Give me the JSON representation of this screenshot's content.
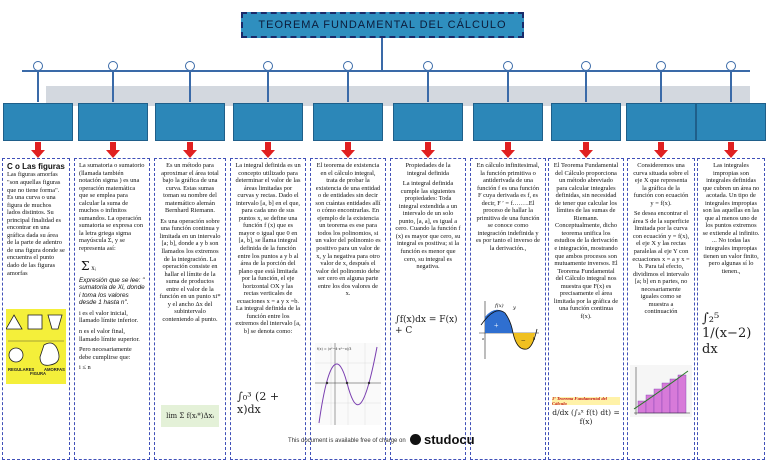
{
  "title": "TEOREMA FUNDAMENTAL DEL CÁLCULO",
  "columns": [
    {
      "heading": "C o Las figuras",
      "text": "Las figuras amorfas \"son aquellas figuras que no tiene forma\". Es una curva o una figura de muchos lados distintos. Su principal finalidad es encontrar en una gráfica dada su área de la parte de adentro de una figura donde se encuentra el punto dado de las figuras amorfas",
      "figure_labels": [
        "REGULARES",
        "FIGURA",
        "AMORFAS"
      ]
    },
    {
      "text": "La sumatoria o sumatorio (llamada también notación sigma ) es una operación matemática que se emplea para calcular la suma de muchos o infinitos sumandos. La operación sumatoria se expresa con la letra griega sigma mayúscula Σ, y se representa así:",
      "italic": "Expresión que se lee: \" sumatoria de Xi, donde i toma los valores desde 1 hasta n\".",
      "p1": "i es el valor inicial, llamado límite inferior.",
      "p2": "n es el valor final, llamado límite superior.",
      "p3": "Pero necesariamente debe cumplirse que:",
      "p4": "i ≤ n"
    },
    {
      "p1": "Es un método para aproximar el área total bajo la gráfica de una curva. Estas sumas toman su nombre del matemático alemán Bernhard Riemann.",
      "p2": "Es una operación sobre una función continua y limitada en un intervalo [a; b], donde a y b son llamados los extremos de la integración. La operación consiste en hallar el límite de la suma de productos entre el valor de la función en un punto xi* y el ancho Δx del subintervalo conteniendo al punto."
    },
    {
      "text": "La integral definida es un concepto utilizado para determinar el valor de las áreas limitadas por curvas y rectas. Dado el intervalo [a, b] en el que, para cada uno de sus puntos x, se define una función f (x) que es mayor o igual que 0 en [a, b], se llama integral definida de la función entre los puntos a y b al área de la porción del plano que está limitada por la función, el eje horizontal OX y las rectas verticales de ecuaciones x = a y x =b. La integral definida de la función entre los extremos del intervalo [a, b] se denota como:",
      "formula": "∫₀³ (2 + x)dx"
    },
    {
      "text": "El teorema de existencia en el cálculo integral, trata de probar la existencia de una entidad o de entidades sin decir son cuántas entidades allí o cómo encontrarlas. En ejemplo de la existencia un teorema es ese para todos los polinomios, si un valor del polinomio es positivo para un valor de x, y la negativa para otro valor de x, después el valor del polinomio debe ser cero en alguna parte entre los dos valores de x.",
      "graph_label": "f(x) = (x²−4·x²−x)/3"
    },
    {
      "heading": "Propiedades de la integral definida",
      "text": "La integral definida cumple las siguientes propiedades: Toda integral extendida a un intervalo de un solo punto, [a, a], es igual a cero. Cuando la función f (x) es mayor que cero, su integral es positiva; si la función es menor que cero, su integral es negativa.",
      "formula": "∫f(x)dx = F(x) + C"
    },
    {
      "text": "En cálculo infinitesimal, la función primitiva o antiderivada de una función f es una función F cuya derivada es f, es decir, F ′ = f.…….El proceso de hallar la primitiva de una función se conoce como integración indefinida y es por tanto el inverso de la derivación.,",
      "graph_labels": [
        "f(x)",
        "y",
        "+",
        "−",
        "a",
        "b"
      ]
    },
    {
      "text": "El Teorema Fundamental del Cálculo proporciona un método abreviado para calcular integrales definidas, sin necesidad de tener que calcular los límites de las sumas de Riemann. Conceptualmente, dicho teorema unifica los estudios de la derivación e integración, mostrando que ambos procesos son mutuamente inversos. El Teorema Fundamental del Cálculo integral nos muestra que F(x) es precisamente el área limitada por la gráfica de una función continua f(x).",
      "banner": "1º Teorema Fundamental del Cálculo",
      "formula": "d/dx (∫ₐˣ f(t) dt) = f(x)"
    },
    {
      "p1": "Consideremos una curva situada sobre el eje X que representa la gráfica de la función con ecuación y = f(x).",
      "p2": "Se desea encontrar el área S de la superficie limitada por la curva con ecuación y = f(x), el eje X y las rectas paralelas al eje Y con ecuaciones x = a y x = b. Para tal efecto, dividimos el intervalo [a; b] en n partes, no necesariamente iguales como se muestra a continuación"
    },
    {
      "text": "Las integrales impropias son integrales definidas que cubren un área no acotada. Un tipo de integrales impropias son las aquellas en las que al menos uno de los puntos extremos se extiende al infinito. ... No todas las integrales impropias tienen un valor finito, pero algunas sí lo tienen.,",
      "formula": "∫₂⁵ 1/(x−2) dx"
    }
  ],
  "footer": "This document is available free of charge on",
  "brand": "studocu",
  "colors": {
    "box": "#2c87b8",
    "arrow": "#e02020",
    "border": "#4050b8",
    "title_bg": "#2f8fbf"
  }
}
